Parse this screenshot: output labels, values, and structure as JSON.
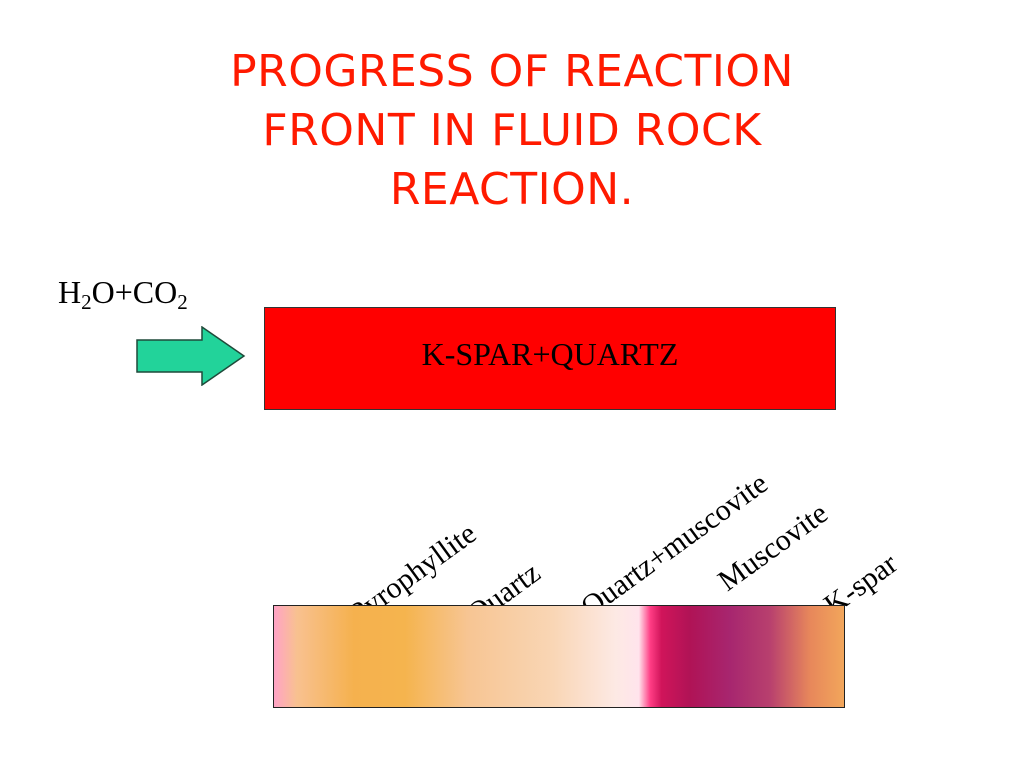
{
  "title": {
    "line1": "PROGRESS OF REACTION",
    "line2": "FRONT IN FLUID ROCK",
    "line3": "REACTION."
  },
  "fluid": {
    "h": "H",
    "sub1": "2",
    "mid": "O+CO",
    "sub2": "2"
  },
  "rock_box": {
    "label": "K-SPAR+QUARTZ",
    "color": "#ff0000"
  },
  "arrow": {
    "icon": "right-arrow-icon",
    "fill": "#22d39a"
  },
  "zones": [
    {
      "label": "Pyrophyllite"
    },
    {
      "label": "Quartz"
    },
    {
      "label": "Quartz+muscovite"
    },
    {
      "label": "Muscovite"
    },
    {
      "label": "K-spar"
    }
  ],
  "colors": {
    "title": "#ff1a00",
    "pyrophyllite_zone": "#f5b14e",
    "muscovite_zone": "#b01356",
    "kspar_zone": "#f2a65b"
  }
}
